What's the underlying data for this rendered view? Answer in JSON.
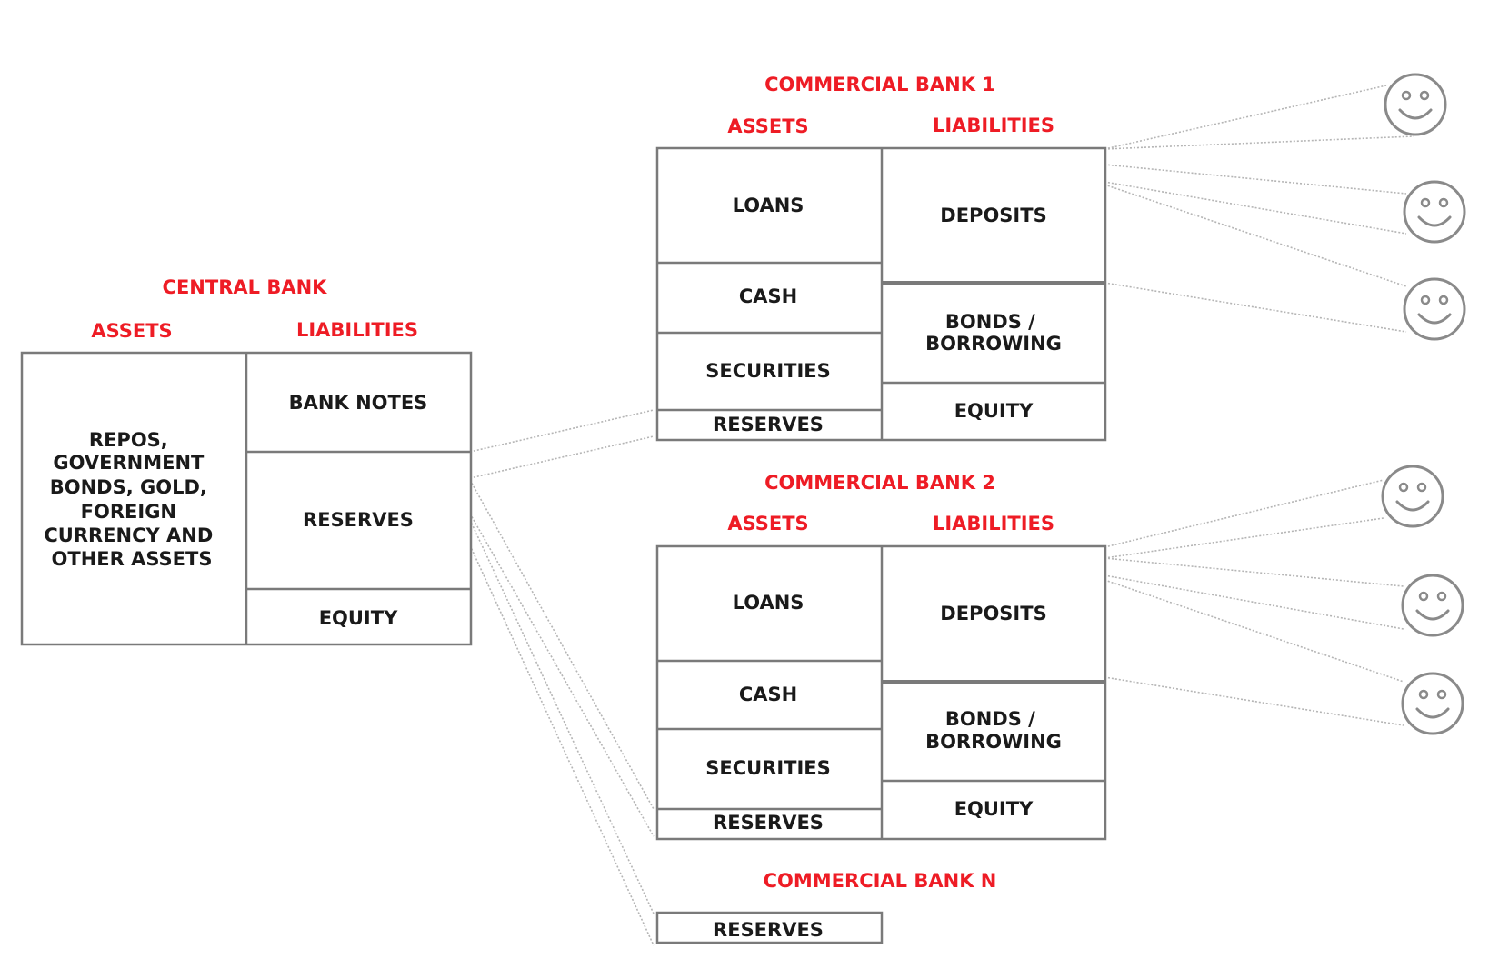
{
  "colors": {
    "heading": "#ee1c25",
    "text": "#1a1a1a",
    "border": "#7a7a7a",
    "connector": "#b5b5b5",
    "smiley": "#8a8a8a"
  },
  "central_bank": {
    "title": "CENTRAL BANK",
    "assets_label": "ASSETS",
    "liabilities_label": "LIABILITIES",
    "assets": [
      "REPOS,",
      "GOVERNMENT",
      "BONDS, GOLD,",
      "FOREIGN",
      "CURRENCY AND",
      "OTHER ASSETS"
    ],
    "liabilities": {
      "bank_notes": "BANK NOTES",
      "reserves": "RESERVES",
      "equity": "EQUITY"
    }
  },
  "commercial_bank_1": {
    "title": "COMMERCIAL BANK 1",
    "assets_label": "ASSETS",
    "liabilities_label": "LIABILITIES",
    "assets": {
      "loans": "LOANS",
      "cash": "CASH",
      "securities": "SECURITIES",
      "reserves": "RESERVES"
    },
    "liabilities": {
      "deposits": "DEPOSITS",
      "bonds_line1": "BONDS /",
      "bonds_line2": "BORROWING",
      "equity": "EQUITY"
    }
  },
  "commercial_bank_2": {
    "title": "COMMERCIAL BANK 2",
    "assets_label": "ASSETS",
    "liabilities_label": "LIABILITIES",
    "assets": {
      "loans": "LOANS",
      "cash": "CASH",
      "securities": "SECURITIES",
      "reserves": "RESERVES"
    },
    "liabilities": {
      "deposits": "DEPOSITS",
      "bonds_line1": "BONDS /",
      "bonds_line2": "BORROWING",
      "equity": "EQUITY"
    }
  },
  "commercial_bank_n": {
    "title": "COMMERCIAL BANK N",
    "reserves": "RESERVES"
  },
  "depositor_icons": [
    "smiley-icon",
    "smiley-icon",
    "smiley-icon",
    "smiley-icon",
    "smiley-icon",
    "smiley-icon"
  ]
}
